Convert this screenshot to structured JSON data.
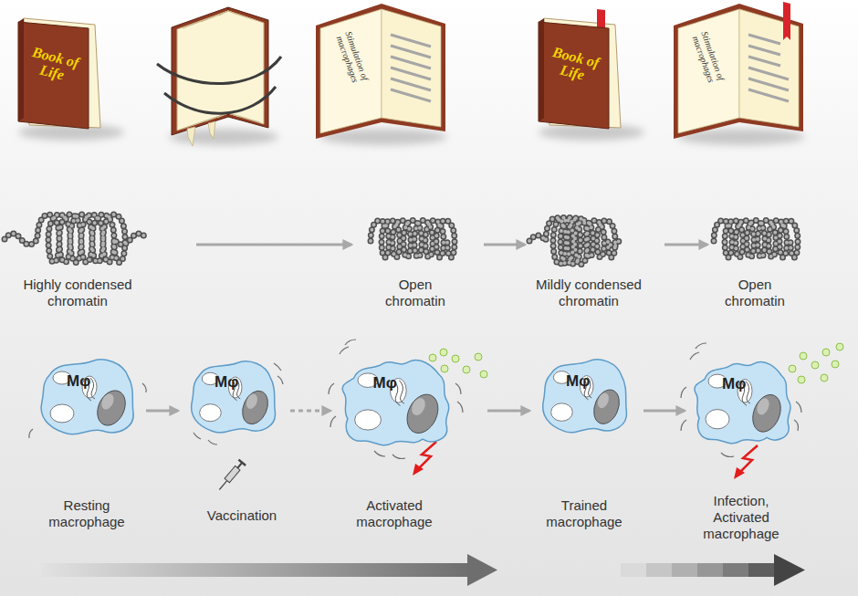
{
  "diagram": {
    "nodes": [
      {
        "text": [
          "Book of Life"
        ]
      },
      {
        "text": [
          "Stimulation of macrophages"
        ]
      },
      {
        "text": [
          "Book of Life"
        ]
      },
      {
        "text": [
          "Stimulation of macrophages"
        ]
      },
      {
        "text": [
          "Highly condensed chromatin"
        ]
      },
      {
        "text": [
          "Open chromatin"
        ]
      },
      {
        "text": [
          "Mildly condensed chromatin"
        ]
      },
      {
        "text": [
          "Open chromatin"
        ]
      },
      {
        "text": [
          "Mφ",
          "Resting macrophage"
        ]
      },
      {
        "text": [
          "Mφ",
          "Vaccination"
        ]
      },
      {
        "text": [
          "Mφ",
          "Activated macrophage"
        ]
      },
      {
        "text": [
          "Mφ",
          "Trained macrophage"
        ]
      },
      {
        "text": [
          "Mφ",
          "Infection, Activated macrophage"
        ]
      }
    ],
    "edges": [
      {
        "from": 4,
        "to": 5,
        "arrow": "to"
      },
      {
        "from": 5,
        "to": 6,
        "arrow": "to"
      },
      {
        "from": 6,
        "to": 7,
        "arrow": "to"
      },
      {
        "from": 8,
        "to": 9,
        "arrow": "to"
      },
      {
        "from": 9,
        "to": 10,
        "arrow": "to"
      },
      {
        "from": 10,
        "to": 11,
        "arrow": "to"
      },
      {
        "from": 11,
        "to": 12,
        "arrow": "to"
      }
    ]
  }
}
